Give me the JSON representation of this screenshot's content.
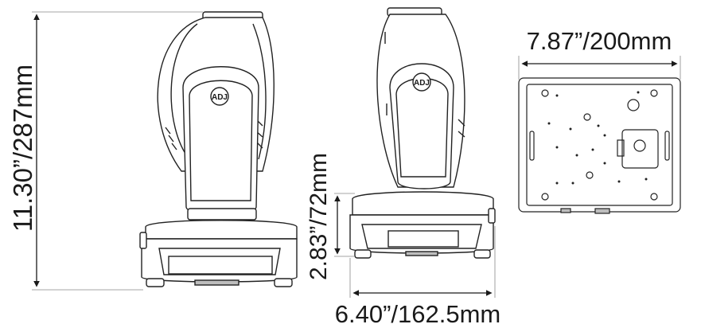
{
  "dimensions": {
    "height_total": "11.30”/287mm",
    "width_depth": "6.40”/162.5mm",
    "base_height": "2.83”/72mm",
    "base_width": "7.87”/200mm"
  },
  "logo": "ADJ",
  "colors": {
    "line": "#222222",
    "dim": "#1a1a1a",
    "shade": "#bdbdbd",
    "background": "#ffffff"
  }
}
